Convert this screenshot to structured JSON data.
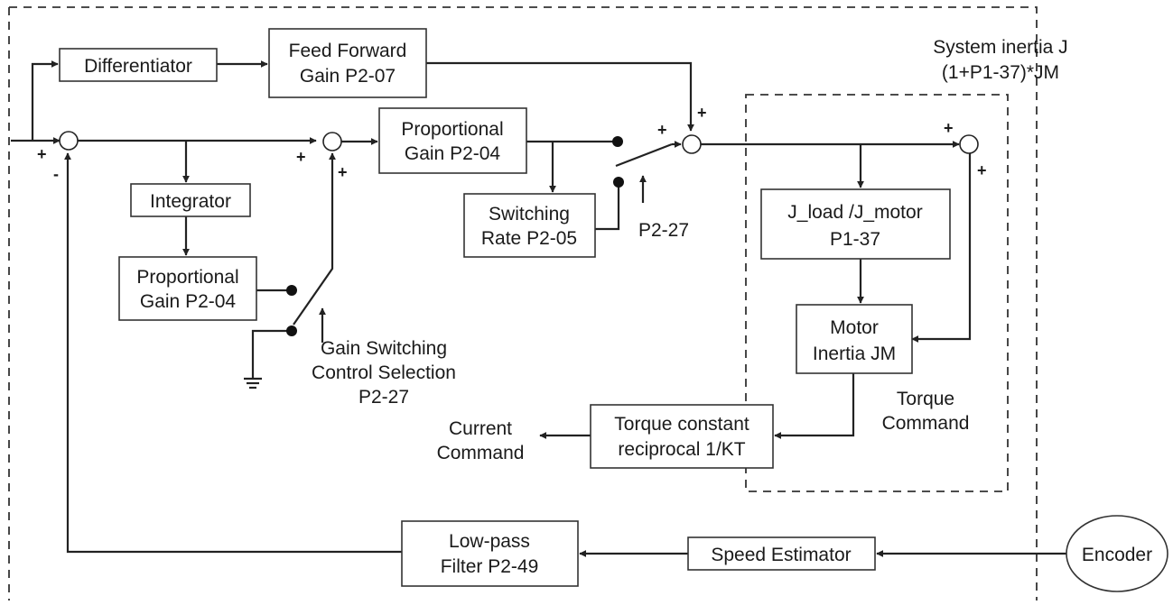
{
  "blocks": {
    "differentiator": "Differentiator",
    "feed_forward": [
      "Feed Forward",
      "Gain P2-07"
    ],
    "proportional_main": [
      "Proportional",
      "Gain P2-04"
    ],
    "integrator": "Integrator",
    "proportional_int": [
      "Proportional",
      "Gain P2-04"
    ],
    "switching_rate": [
      "Switching",
      "Rate P2-05"
    ],
    "jload_jmotor": [
      "J_load /J_motor",
      "P1-37"
    ],
    "motor_inertia": [
      "Motor",
      "Inertia JM"
    ],
    "torque_constant": [
      "Torque constant",
      "reciprocal 1/KT"
    ],
    "low_pass": [
      "Low-pass",
      "Filter P2-49"
    ],
    "speed_estimator": "Speed Estimator",
    "encoder": "Encoder"
  },
  "labels": {
    "system_inertia": [
      "System inertia J",
      "(1+P1-37)*JM"
    ],
    "p2_27": "P2-27",
    "gain_switching": [
      "Gain Switching",
      "Control Selection",
      "P2-27"
    ],
    "torque_command": [
      "Torque",
      "Command"
    ],
    "current_command": [
      "Current",
      "Command"
    ]
  },
  "signs": {
    "sum1_in": "+",
    "sum1_fb": "-",
    "sum2_in": "+",
    "sum2_int": "+",
    "sum3_in": "+",
    "sum3_ff": "+",
    "sum4_in": "+",
    "sum4_out": "+"
  },
  "colors": {
    "line": "#222222",
    "box_border": "#333333",
    "background": "#ffffff"
  }
}
